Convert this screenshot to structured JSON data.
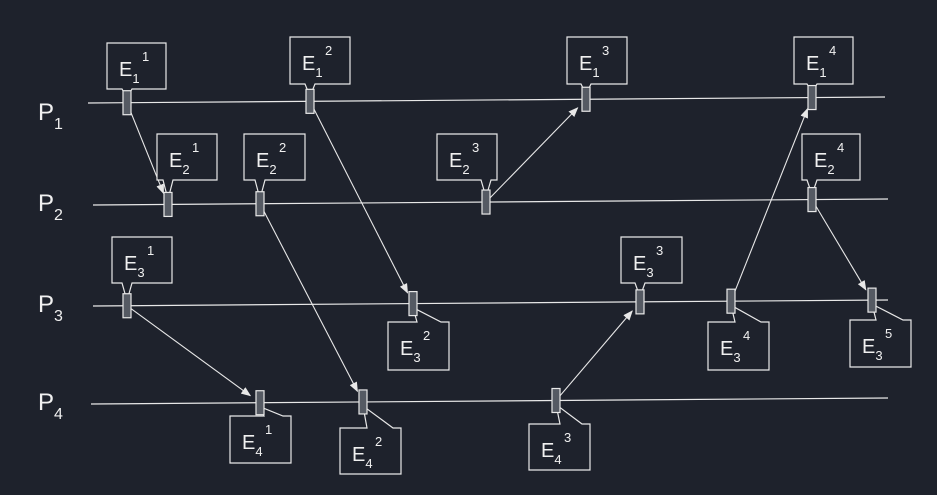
{
  "processes": [
    {
      "base": "P",
      "sub": "1"
    },
    {
      "base": "P",
      "sub": "2"
    },
    {
      "base": "P",
      "sub": "3"
    },
    {
      "base": "P",
      "sub": "4"
    }
  ],
  "events": [
    {
      "id": "e11",
      "base": "E",
      "sub": "1",
      "sup": "1"
    },
    {
      "id": "e12",
      "base": "E",
      "sub": "1",
      "sup": "2"
    },
    {
      "id": "e13",
      "base": "E",
      "sub": "1",
      "sup": "3"
    },
    {
      "id": "e14",
      "base": "E",
      "sub": "1",
      "sup": "4"
    },
    {
      "id": "e21",
      "base": "E",
      "sub": "2",
      "sup": "1"
    },
    {
      "id": "e22",
      "base": "E",
      "sub": "2",
      "sup": "2"
    },
    {
      "id": "e23",
      "base": "E",
      "sub": "2",
      "sup": "3"
    },
    {
      "id": "e24",
      "base": "E",
      "sub": "2",
      "sup": "4"
    },
    {
      "id": "e31",
      "base": "E",
      "sub": "3",
      "sup": "1"
    },
    {
      "id": "e32",
      "base": "E",
      "sub": "3",
      "sup": "2"
    },
    {
      "id": "e33",
      "base": "E",
      "sub": "3",
      "sup": "3"
    },
    {
      "id": "e34",
      "base": "E",
      "sub": "3",
      "sup": "4"
    },
    {
      "id": "e35",
      "base": "E",
      "sub": "3",
      "sup": "5"
    },
    {
      "id": "e41",
      "base": "E",
      "sub": "4",
      "sup": "1"
    },
    {
      "id": "e42",
      "base": "E",
      "sub": "4",
      "sup": "2"
    },
    {
      "id": "e43",
      "base": "E",
      "sub": "4",
      "sup": "3"
    }
  ],
  "messages": [
    {
      "from": "e11",
      "to": "e21"
    },
    {
      "from": "e12",
      "to": "e32"
    },
    {
      "from": "e22",
      "to": "e42"
    },
    {
      "from": "e23",
      "to": "e13"
    },
    {
      "from": "e31",
      "to": "e41"
    },
    {
      "from": "e43",
      "to": "e33"
    },
    {
      "from": "e34",
      "to": "e14"
    },
    {
      "from": "e24",
      "to": "e35"
    }
  ],
  "colors": {
    "background": "#1e222c",
    "stroke": "#e8e8e8",
    "marker": "#555a63",
    "text": "#f0f0f0"
  }
}
